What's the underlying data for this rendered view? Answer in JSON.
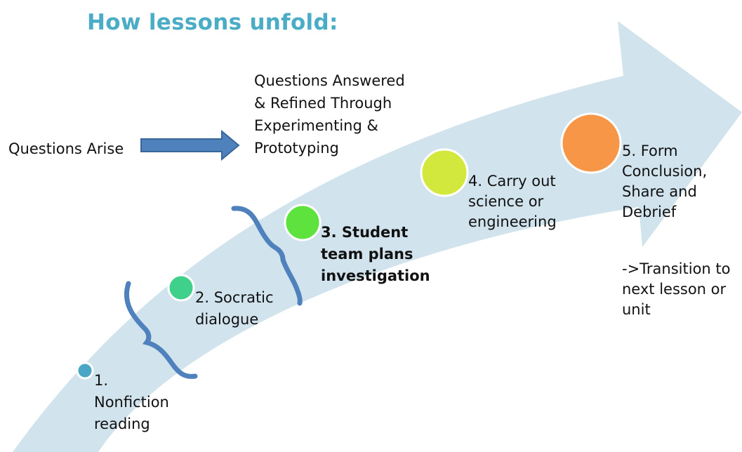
{
  "title": "How lessons unfold:",
  "flow": {
    "left_label": "Questions Arise",
    "right_label": "Questions Answered\n& Refined Through\nExperimenting &\nPrototyping"
  },
  "steps": [
    {
      "label": "1.\nNonfiction\nreading",
      "color": "#4aa6c4",
      "bold": false
    },
    {
      "label": "2. Socratic\ndialogue",
      "color": "#3fd08b",
      "bold": false
    },
    {
      "label": "3. Student\nteam plans\ninvestigation",
      "color": "#5ee33e",
      "bold": true
    },
    {
      "label": "4. Carry out\nscience or\nengineering",
      "color": "#d3e83d",
      "bold": false
    },
    {
      "label": "5. Form\nConclusion,\nShare and\nDebrief",
      "color": "#f79646",
      "bold": false
    }
  ],
  "transition_note": "->Transition to\nnext lesson or\nunit",
  "colors": {
    "title": "#4bacc6",
    "big_arrow": "#d1e3ec",
    "connector_arrow": "#4f81bd",
    "brace": "#4f81bd"
  }
}
